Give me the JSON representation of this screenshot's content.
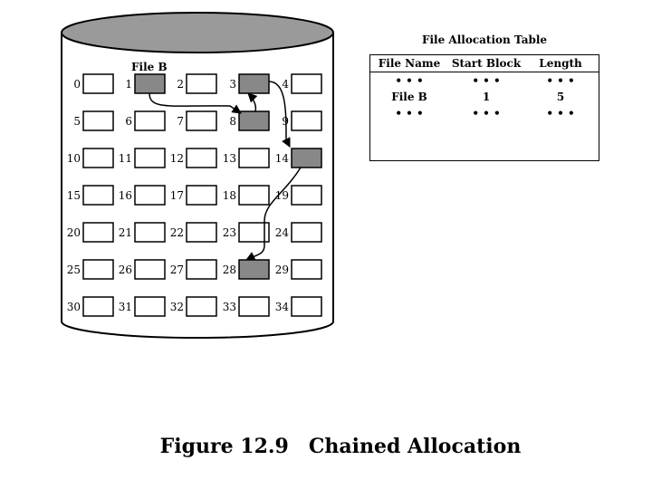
{
  "disk": {
    "file_label": "File B",
    "blocks": [
      "0",
      "1",
      "2",
      "3",
      "4",
      "5",
      "6",
      "7",
      "8",
      "9",
      "10",
      "11",
      "12",
      "13",
      "14",
      "15",
      "16",
      "17",
      "18",
      "19",
      "20",
      "21",
      "22",
      "23",
      "24",
      "25",
      "26",
      "27",
      "28",
      "29",
      "30",
      "31",
      "32",
      "33",
      "34"
    ],
    "allocated_blocks": [
      1,
      8,
      3,
      14,
      28
    ],
    "chain": [
      1,
      8,
      3,
      14,
      28
    ],
    "block_fill": "#888888",
    "disk_top_fill": "#9a9a9a"
  },
  "fat": {
    "title": "File Allocation Table",
    "headers": [
      "File Name",
      "Start Block",
      "Length"
    ],
    "rows": [
      [
        "• • •",
        "• • •",
        "• • •"
      ],
      [
        "File B",
        "1",
        "5"
      ],
      [
        "• • •",
        "• • •",
        "• • •"
      ]
    ]
  },
  "caption": {
    "number": "Figure 12.9",
    "title": "Chained Allocation"
  }
}
